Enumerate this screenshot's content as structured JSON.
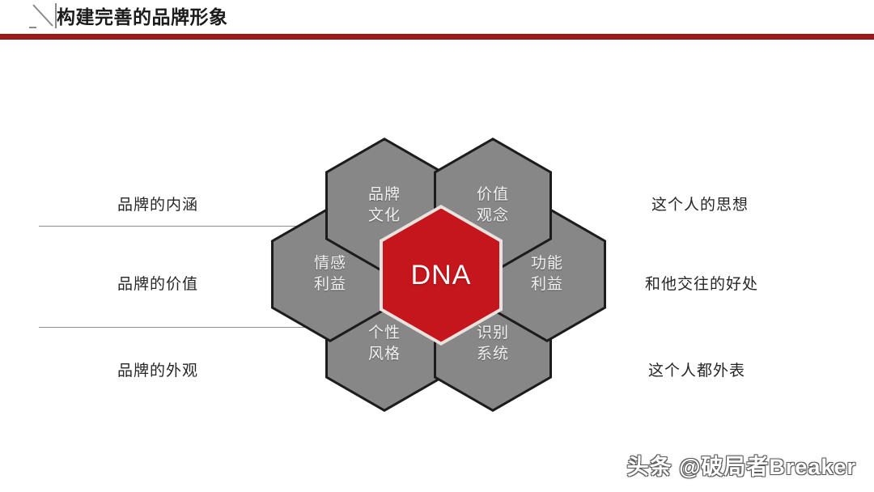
{
  "header": {
    "title": "构建完善的品牌形象",
    "mark_icon": "diagonal-corner-mark-icon",
    "rule_color": "#9e1b1b"
  },
  "diagram": {
    "center": {
      "label": "DNA",
      "color": "#c4161c"
    },
    "hex_color": "#878787",
    "hexes": [
      {
        "id": "brand-culture",
        "label": "品牌\n文化"
      },
      {
        "id": "value-concept",
        "label": "价值\n观念"
      },
      {
        "id": "emotional-benefit",
        "label": "情感\n利益"
      },
      {
        "id": "functional-benefit",
        "label": "功能\n利益"
      },
      {
        "id": "personality-style",
        "label": "个性\n风格"
      },
      {
        "id": "identity-system",
        "label": "识别\n系统"
      }
    ]
  },
  "left_labels": [
    {
      "id": "brand-connotation",
      "text": "品牌的内涵"
    },
    {
      "id": "brand-value",
      "text": "品牌的价值"
    },
    {
      "id": "brand-appearance",
      "text": "品牌的外观"
    }
  ],
  "right_labels": [
    {
      "id": "person-thoughts",
      "text": "这个人的思想"
    },
    {
      "id": "person-benefits",
      "text": "和他交往的好处"
    },
    {
      "id": "person-appearance",
      "text": "这个人都外表"
    }
  ],
  "watermark": {
    "text": "头条 @破局者Breaker"
  }
}
